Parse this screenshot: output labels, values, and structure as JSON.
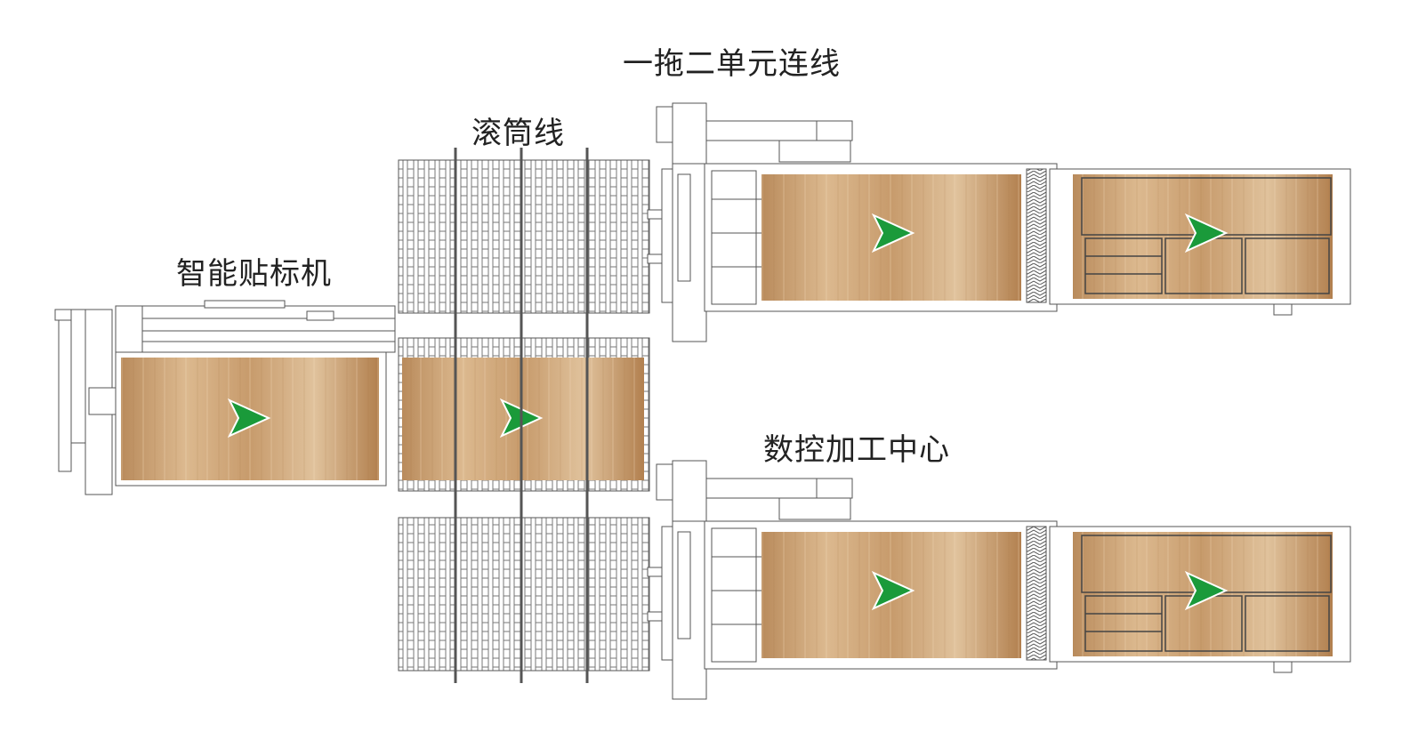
{
  "labels": {
    "line_title": "一拖二单元连线",
    "roller_line": "滚筒线",
    "labeler": "智能贴标机",
    "cnc_center": "数控加工中心"
  },
  "colors": {
    "wood_light": "#d9b58c",
    "wood_dark": "#b07f4f",
    "frame_stroke": "#555555",
    "arrow_green": "#1a9a3a",
    "roller_bar": "#666666"
  }
}
